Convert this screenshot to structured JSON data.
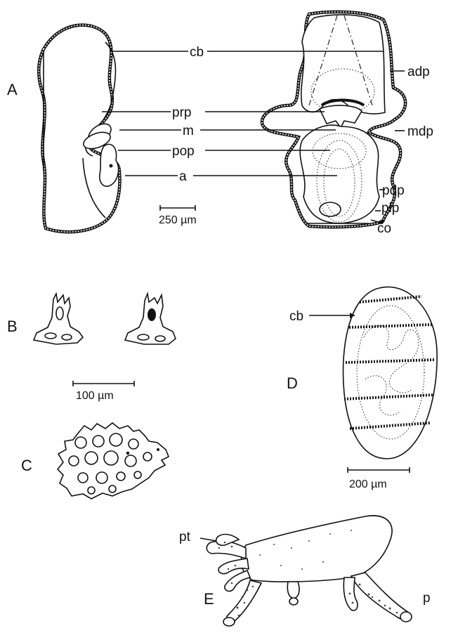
{
  "panels": {
    "A": "A",
    "B": "B",
    "C": "C",
    "D": "D",
    "E": "E"
  },
  "labels_a": {
    "cb": "cb",
    "prp": "prp",
    "m": "m",
    "pop": "pop",
    "a": "a",
    "adp": "adp",
    "mdp": "mdp",
    "pdp": "pdp",
    "plp": "plp",
    "co": "co"
  },
  "labels_d": {
    "cb": "cb"
  },
  "labels_e": {
    "pt": "pt",
    "p": "p"
  },
  "scale_bars": {
    "a": "250 µm",
    "b": "100 µm",
    "d": "200 µm"
  }
}
